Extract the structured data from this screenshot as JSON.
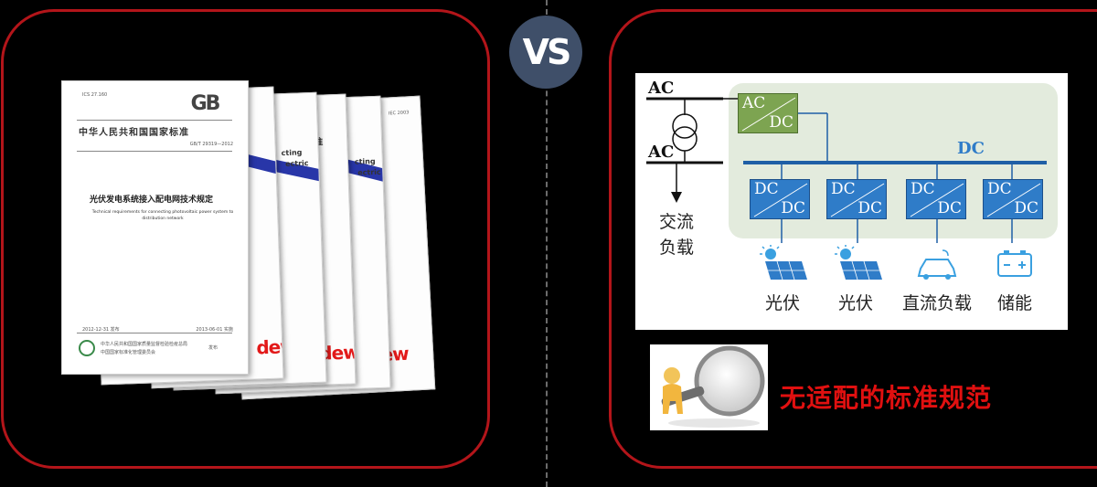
{
  "vs_label": "VS",
  "documents": {
    "front": {
      "logo": "GB",
      "header_small": "ICS 27.160",
      "national_heading": "中华人民共和国国家标准",
      "code": "GB/T 29319—2012",
      "title_cn": "光伏发电系统接入配电网技术规定",
      "title_en": "Technical requirements for connecting photovoltaic power system to distribution network",
      "issue_date": "2012-12-31 发布",
      "effective_date": "2013-06-01 实施",
      "issuer_line1": "中华人民共和国国家质量监督检验检疫总局",
      "issuer_line2": "中国国家标准化管理委员会",
      "issue_word": "发布"
    },
    "fragments": {
      "cting": "cting",
      "ectric": "ectric",
      "std": "标准",
      "dew": "dew"
    }
  },
  "diagram": {
    "ac_top": "AC",
    "ac_bottom": "AC",
    "acdc_top": "AC",
    "acdc_bottom": "DC",
    "dc_bus": "DC",
    "dcdc_top": "DC",
    "dcdc_bottom": "DC",
    "ac_load_line1": "交流",
    "ac_load_line2": "负载",
    "loads": [
      "光伏",
      "光伏",
      "直流负载",
      "储能"
    ],
    "colors": {
      "dc_blue": "#2f7cc8",
      "acdc_green": "#7da451",
      "bus_blue": "#1f5fa6",
      "background_green": "#e3ebdd"
    }
  },
  "caption": "无适配的标准规范",
  "colors": {
    "panel_border": "#b3151a",
    "vs_badge": "#3f4f69",
    "caption_red": "#e01010"
  }
}
